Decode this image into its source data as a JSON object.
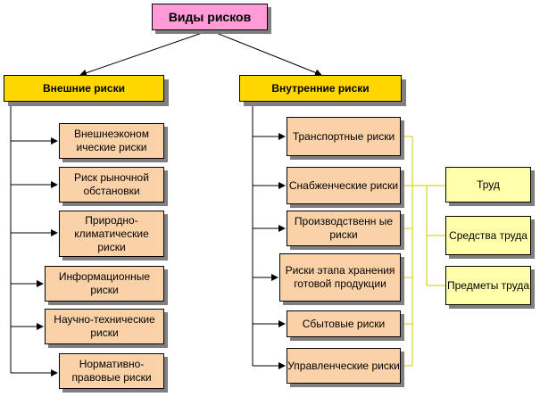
{
  "root": {
    "label": "Виды рисков"
  },
  "external": {
    "label": "Внешние риски",
    "items": [
      {
        "label": "Внешнеэконом ические риски"
      },
      {
        "label": "Риск рыночной обстановки"
      },
      {
        "label": "Природно-климатические риски"
      },
      {
        "label": "Информационные риски"
      },
      {
        "label": "Научно-технические риски"
      },
      {
        "label": "Нормативно-правовые риски"
      }
    ]
  },
  "internal": {
    "label": "Внутренние риски",
    "items": [
      {
        "label": "Транспортные риски"
      },
      {
        "label": "Снабженческие риски"
      },
      {
        "label": "Производственн ые риски"
      },
      {
        "label": "Риски этапа хранения готовой продукции"
      },
      {
        "label": "Сбытовые риски"
      },
      {
        "label": "Управленческие риски"
      }
    ]
  },
  "resources": [
    {
      "label": "Труд"
    },
    {
      "label": "Средства труда"
    },
    {
      "label": "Предметы труда"
    }
  ],
  "colors": {
    "root_fill": "#ff9bd6",
    "category_fill": "#ffd700",
    "item_fill": "#fbd2a8",
    "resource_fill": "#ffffaa",
    "resource_connector": "#cccc00",
    "shadow": "#7f7f7f"
  }
}
